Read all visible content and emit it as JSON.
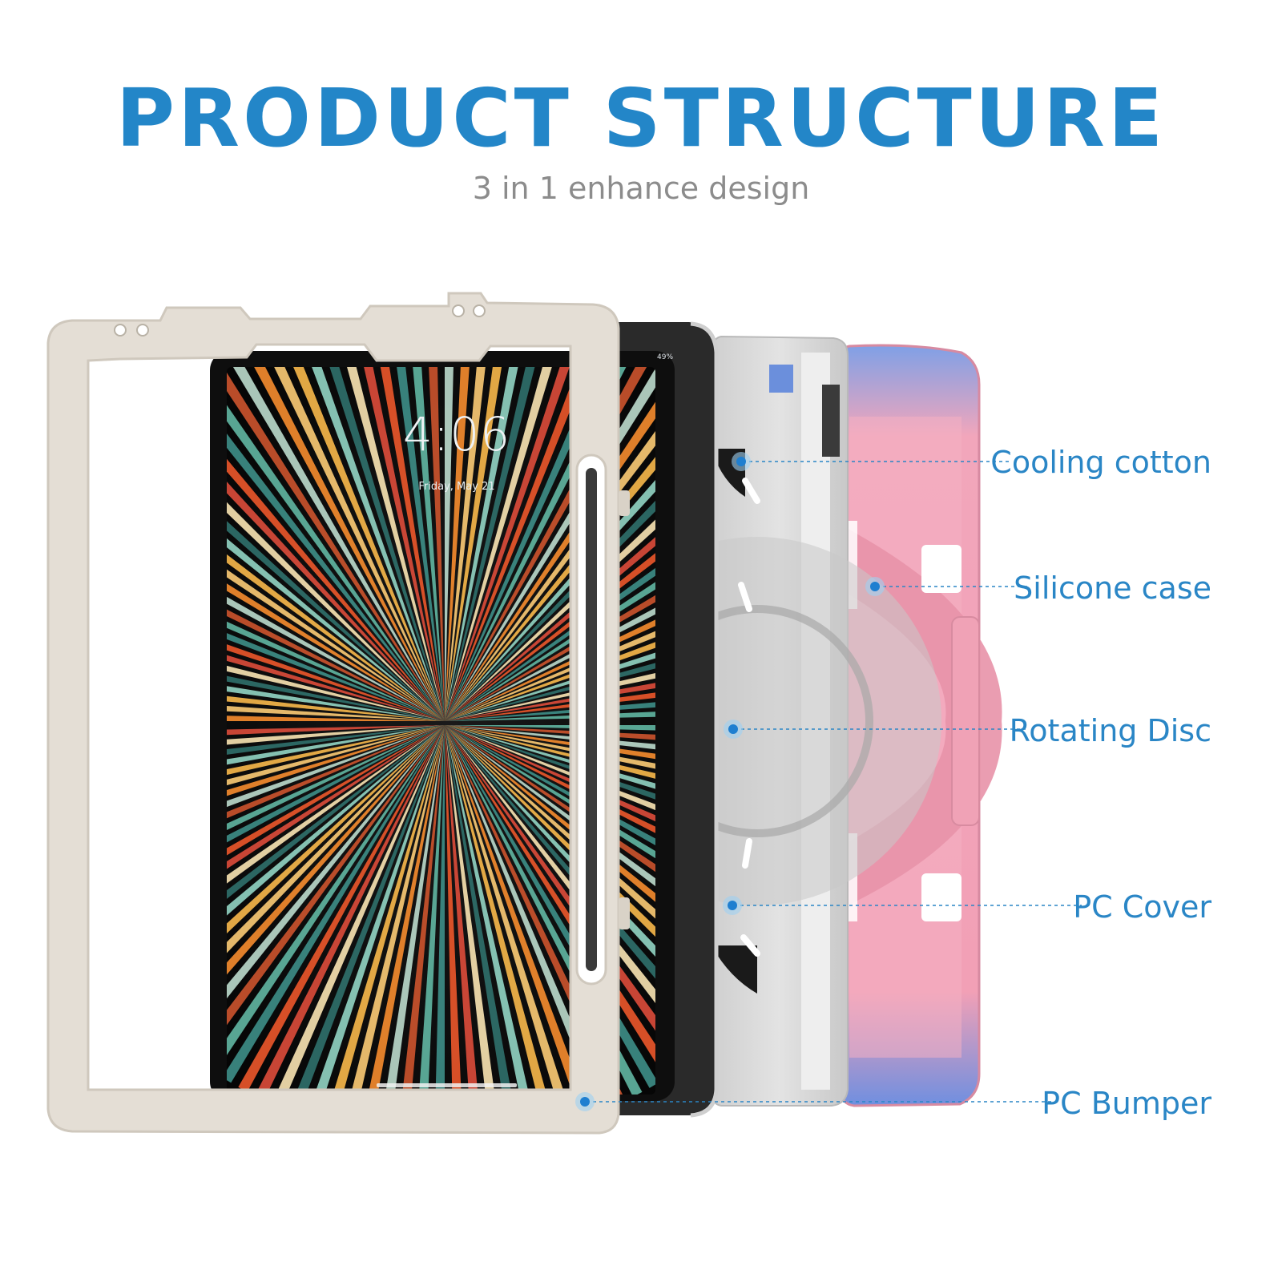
{
  "header": {
    "title": "PRODUCT STRUCTURE",
    "subtitle": "3 in 1 enhance design"
  },
  "screen": {
    "time": "4:06",
    "date": "Friday, May 21",
    "battery": "49%"
  },
  "callouts": [
    {
      "label": "Cooling cotton"
    },
    {
      "label": "Silicone case"
    },
    {
      "label": "Rotating Disc"
    },
    {
      "label": "PC Cover"
    },
    {
      "label": "PC Bumper"
    }
  ],
  "colors": {
    "accent": "#2386c8",
    "subtitle": "#8c8c8c",
    "frame": "#e6e1d9",
    "silicone_pink": "#f1a3b8",
    "silicone_blue": "#6f8fe0",
    "cover": "#dcdcdc"
  }
}
